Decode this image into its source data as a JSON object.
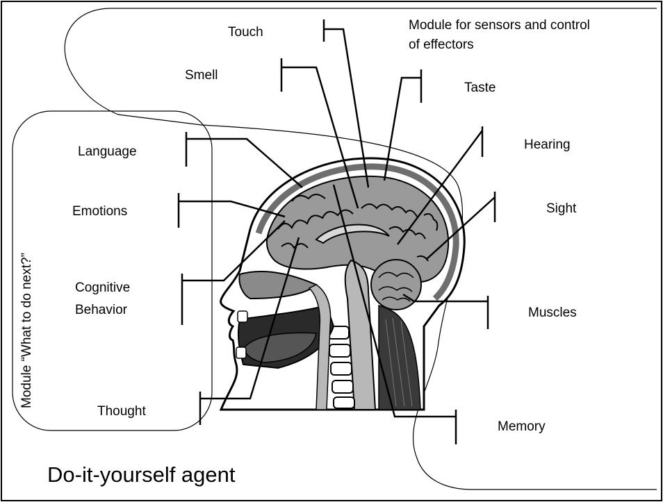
{
  "labels": {
    "touch": "Touch",
    "module_sensors_line1": "Module for sensors and control",
    "module_sensors_line2": "of effectors",
    "smell": "Smell",
    "taste": "Taste",
    "hearing": "Hearing",
    "language": "Language",
    "emotions": "Emotions",
    "sight": "Sight",
    "cognitive_line1": "Cognitive",
    "cognitive_line2": "Behavior",
    "muscles": "Muscles",
    "thought": "Thought",
    "memory": "Memory",
    "module_what_next": "Module “What to do next?”"
  },
  "title": "Do-it-yourself agent",
  "colors": {
    "ink": "#000000",
    "brain_gray": "#9a9a9a",
    "tissue_gray": "#b8b8b8",
    "dark": "#3a3a3a",
    "background": "#ffffff"
  }
}
